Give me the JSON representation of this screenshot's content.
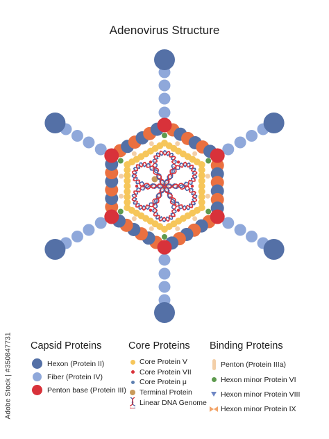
{
  "title": "Adenovirus Structure",
  "watermark_id": "Adobe Stock | #350847731",
  "colors": {
    "hexon": "#5470a6",
    "fiber": "#8fa8da",
    "penton_base": "#d8323a",
    "penton_iiia": "#f3cfa8",
    "core_v": "#f6c65a",
    "core_vii": "#d8323a",
    "core_mu": "#5d7fb0",
    "terminal": "#c99a5a",
    "hexon_vi": "#5e9a4e",
    "hexon_viii": "#6f87c4",
    "hexon_ix": "#f2a56a",
    "orange": "#ea7040",
    "dna_blue": "#4a63a6",
    "dna_red": "#d8323a"
  },
  "legend": {
    "capsid": {
      "heading": "Capsid Proteins",
      "items": [
        {
          "label": "Hexon (Protein II)",
          "icon": "large-blue-dot-icon"
        },
        {
          "label": "Fiber (Protein IV)",
          "icon": "light-blue-dot-icon"
        },
        {
          "label": "Penton base (Protein III)",
          "icon": "red-dot-icon"
        }
      ]
    },
    "core": {
      "heading": "Core Proteins",
      "items": [
        {
          "label": "Core Protein V",
          "icon": "yellow-dot-icon"
        },
        {
          "label": "Core Protein VII",
          "icon": "small-red-dot-icon"
        },
        {
          "label": "Core Protein μ",
          "icon": "small-blue-dot-icon"
        },
        {
          "label": "Terminal Protein",
          "icon": "tan-dot-icon"
        },
        {
          "label": "Linear DNA Genome",
          "icon": "dna-helix-icon"
        }
      ]
    },
    "binding": {
      "heading": "Binding Proteins",
      "items": [
        {
          "label": "Penton (Protein IIIa)",
          "icon": "peach-bar-icon"
        },
        {
          "label": "Hexon minor Protein VI",
          "icon": "green-dot-icon"
        },
        {
          "label": "Hexon minor Protein VIII",
          "icon": "blue-triangle-icon"
        },
        {
          "label": "Hexon minor Protein IX",
          "icon": "orange-bowtie-icon"
        }
      ]
    }
  }
}
